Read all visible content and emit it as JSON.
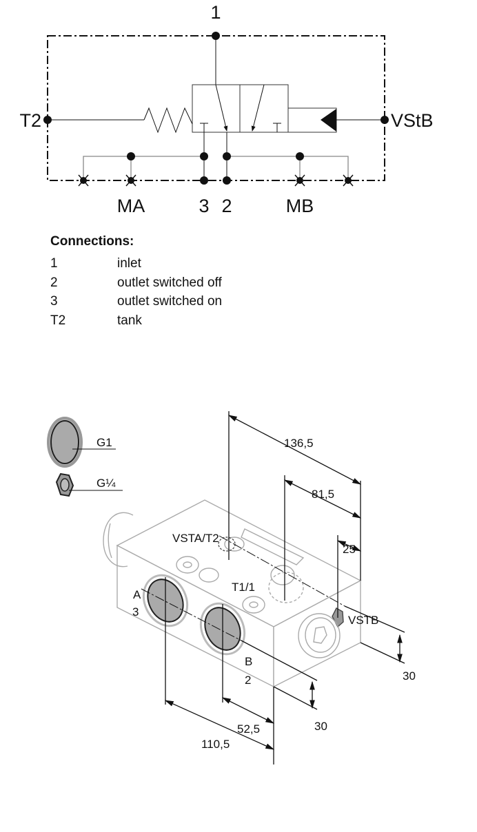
{
  "schematic": {
    "ports": {
      "p1": "1",
      "t2": "T2",
      "vstb": "VStB",
      "ma": "MA",
      "p3": "3",
      "p2": "2",
      "mb": "MB"
    }
  },
  "connections": {
    "title": "Connections:",
    "rows": [
      {
        "port": "1",
        "desc": "inlet"
      },
      {
        "port": "2",
        "desc": "outlet switched off"
      },
      {
        "port": "3",
        "desc": "outlet switched on"
      },
      {
        "port": "T2",
        "desc": "tank"
      }
    ]
  },
  "drawing": {
    "legend": {
      "g1": "G1",
      "g14": "G¼"
    },
    "port_labels": {
      "vsta_t2": "VSTA/T2",
      "t1_1": "T1/1",
      "vstb": "VSTB",
      "a": "A",
      "a_num": "3",
      "b": "B",
      "b_num": "2"
    },
    "dimensions": {
      "d136": "136,5",
      "d81": "81,5",
      "d25": "25",
      "d30_right": "30",
      "d30_front": "30",
      "d52": "52,5",
      "d110": "110,5"
    }
  }
}
